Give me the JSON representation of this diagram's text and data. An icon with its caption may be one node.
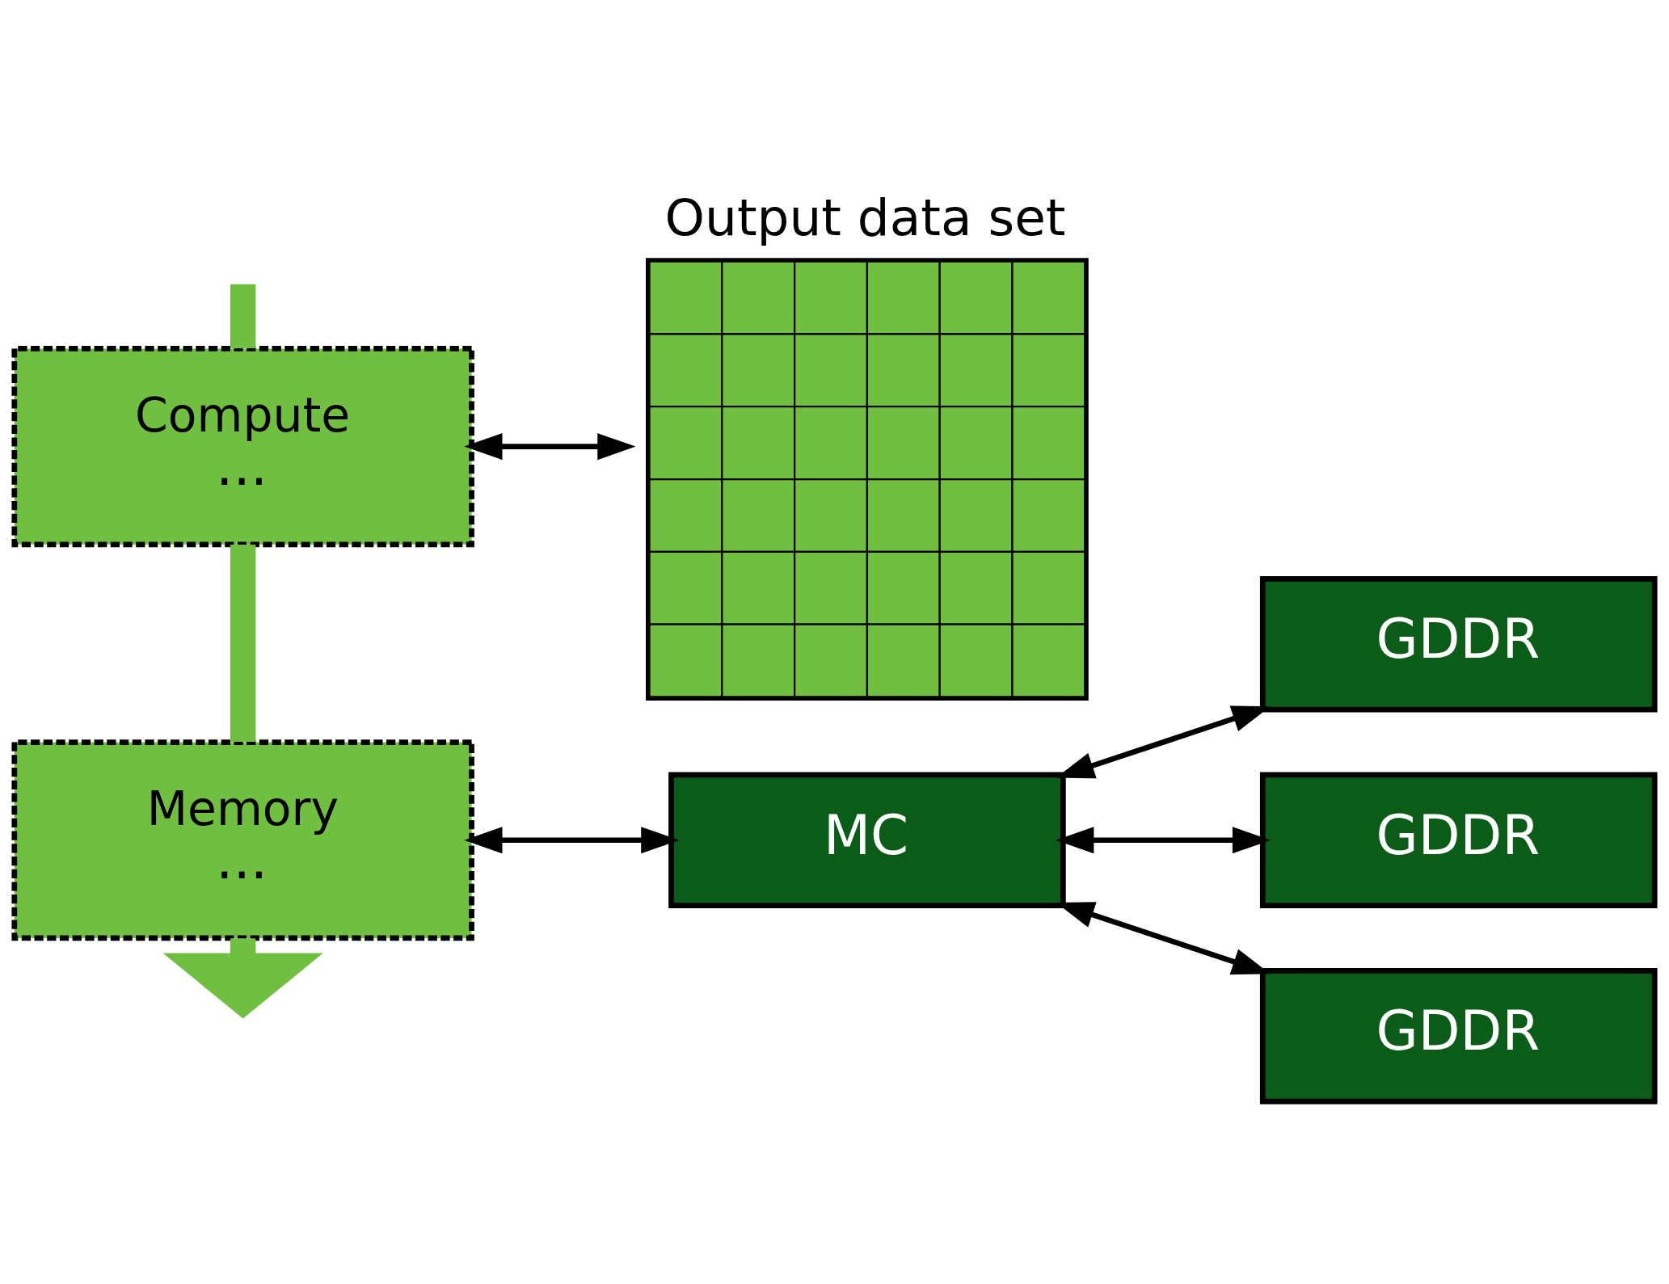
{
  "diagram": {
    "nodes": [
      {
        "text": [
          "Compute",
          "..."
        ]
      },
      {
        "text": [
          "Memory",
          "..."
        ]
      },
      {
        "text": [
          "Output data set"
        ]
      },
      {
        "text": [
          "MC"
        ]
      },
      {
        "text": [
          "GDDR"
        ]
      },
      {
        "text": [
          "GDDR"
        ]
      },
      {
        "text": [
          "GDDR"
        ]
      }
    ],
    "edges": [
      {
        "from": null,
        "to": 0,
        "arrow": "none",
        "style": "thick",
        "color": "#70bf41"
      },
      {
        "from": 0,
        "to": 1,
        "arrow": "none",
        "style": "thick",
        "color": "#70bf41"
      },
      {
        "from": 1,
        "to": null,
        "arrow": "to",
        "style": "thick",
        "color": "#70bf41"
      },
      {
        "from": 0,
        "to": 2,
        "arrow": "both"
      },
      {
        "from": 1,
        "to": 3,
        "arrow": "both"
      },
      {
        "from": 3,
        "to": 4,
        "arrow": "both"
      },
      {
        "from": 3,
        "to": 5,
        "arrow": "both"
      },
      {
        "from": 3,
        "to": 6,
        "arrow": "both"
      }
    ]
  }
}
